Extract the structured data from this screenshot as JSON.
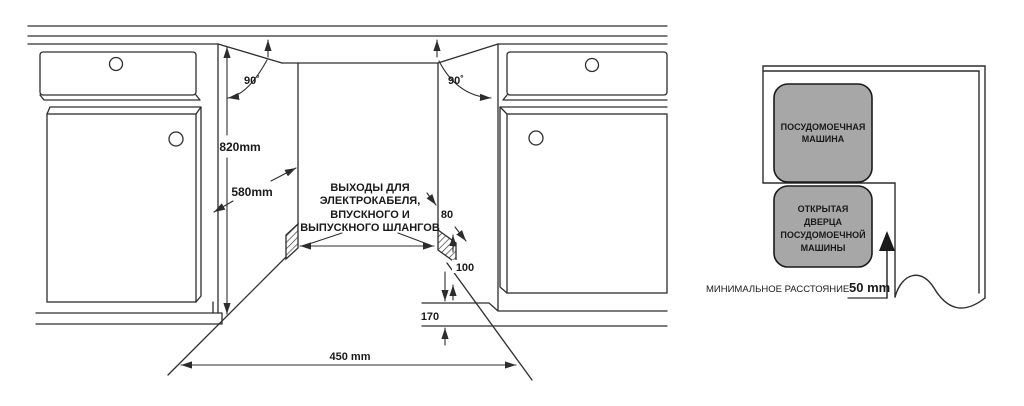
{
  "figure": {
    "background": "#ffffff",
    "line_color": "#2d2d2d",
    "gray_fill": "#a7a7a7"
  },
  "niche_panel": {
    "note_lines": [
      "ВЫХОДЫ ДЛЯ",
      "ЭЛЕКТРОКАБЕЛЯ,",
      "ВПУСКНОГО И",
      "ВЫПУСКНОГО ШЛАНГОВ"
    ],
    "dims": {
      "height": "820mm",
      "depth": "580mm",
      "width": "450 mm",
      "angle_left": "90˚",
      "angle_right": "90˚",
      "outlet_strip": "80",
      "outlet_drop": "100",
      "plinth_height": "170"
    }
  },
  "top_view_panel": {
    "fill_gray": "#a7a7a7",
    "machine_lines": [
      "ПОСУДОМОЕЧНАЯ",
      "МАШИНА"
    ],
    "door_lines": [
      "ОТКРЫТАЯ",
      "ДВЕРЦА",
      "ПОСУДОМОЕЧНОЙ",
      "МАШИНЫ"
    ],
    "min_distance_label": "МИНИМАЛЬНОЕ РАССТОЯНИЕ",
    "min_distance_value": "50 mm"
  }
}
